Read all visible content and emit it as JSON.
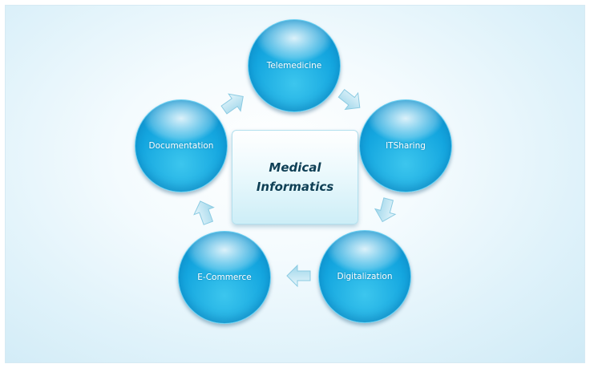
{
  "center": {
    "title": "Medical Informatics"
  },
  "nodes": {
    "telemedicine": "Telemedicine",
    "it_sharing": "ITSharing",
    "digitalization": "Digitalization",
    "e_commerce": "E-Commerce",
    "documentation": "Documentation"
  },
  "colors": {
    "node_fill": "#14a6df",
    "node_highlight": "#3cc6ee",
    "arrow_fill": "#b9e3f2",
    "center_text": "#0f3f55",
    "background": "#dff2fa"
  }
}
